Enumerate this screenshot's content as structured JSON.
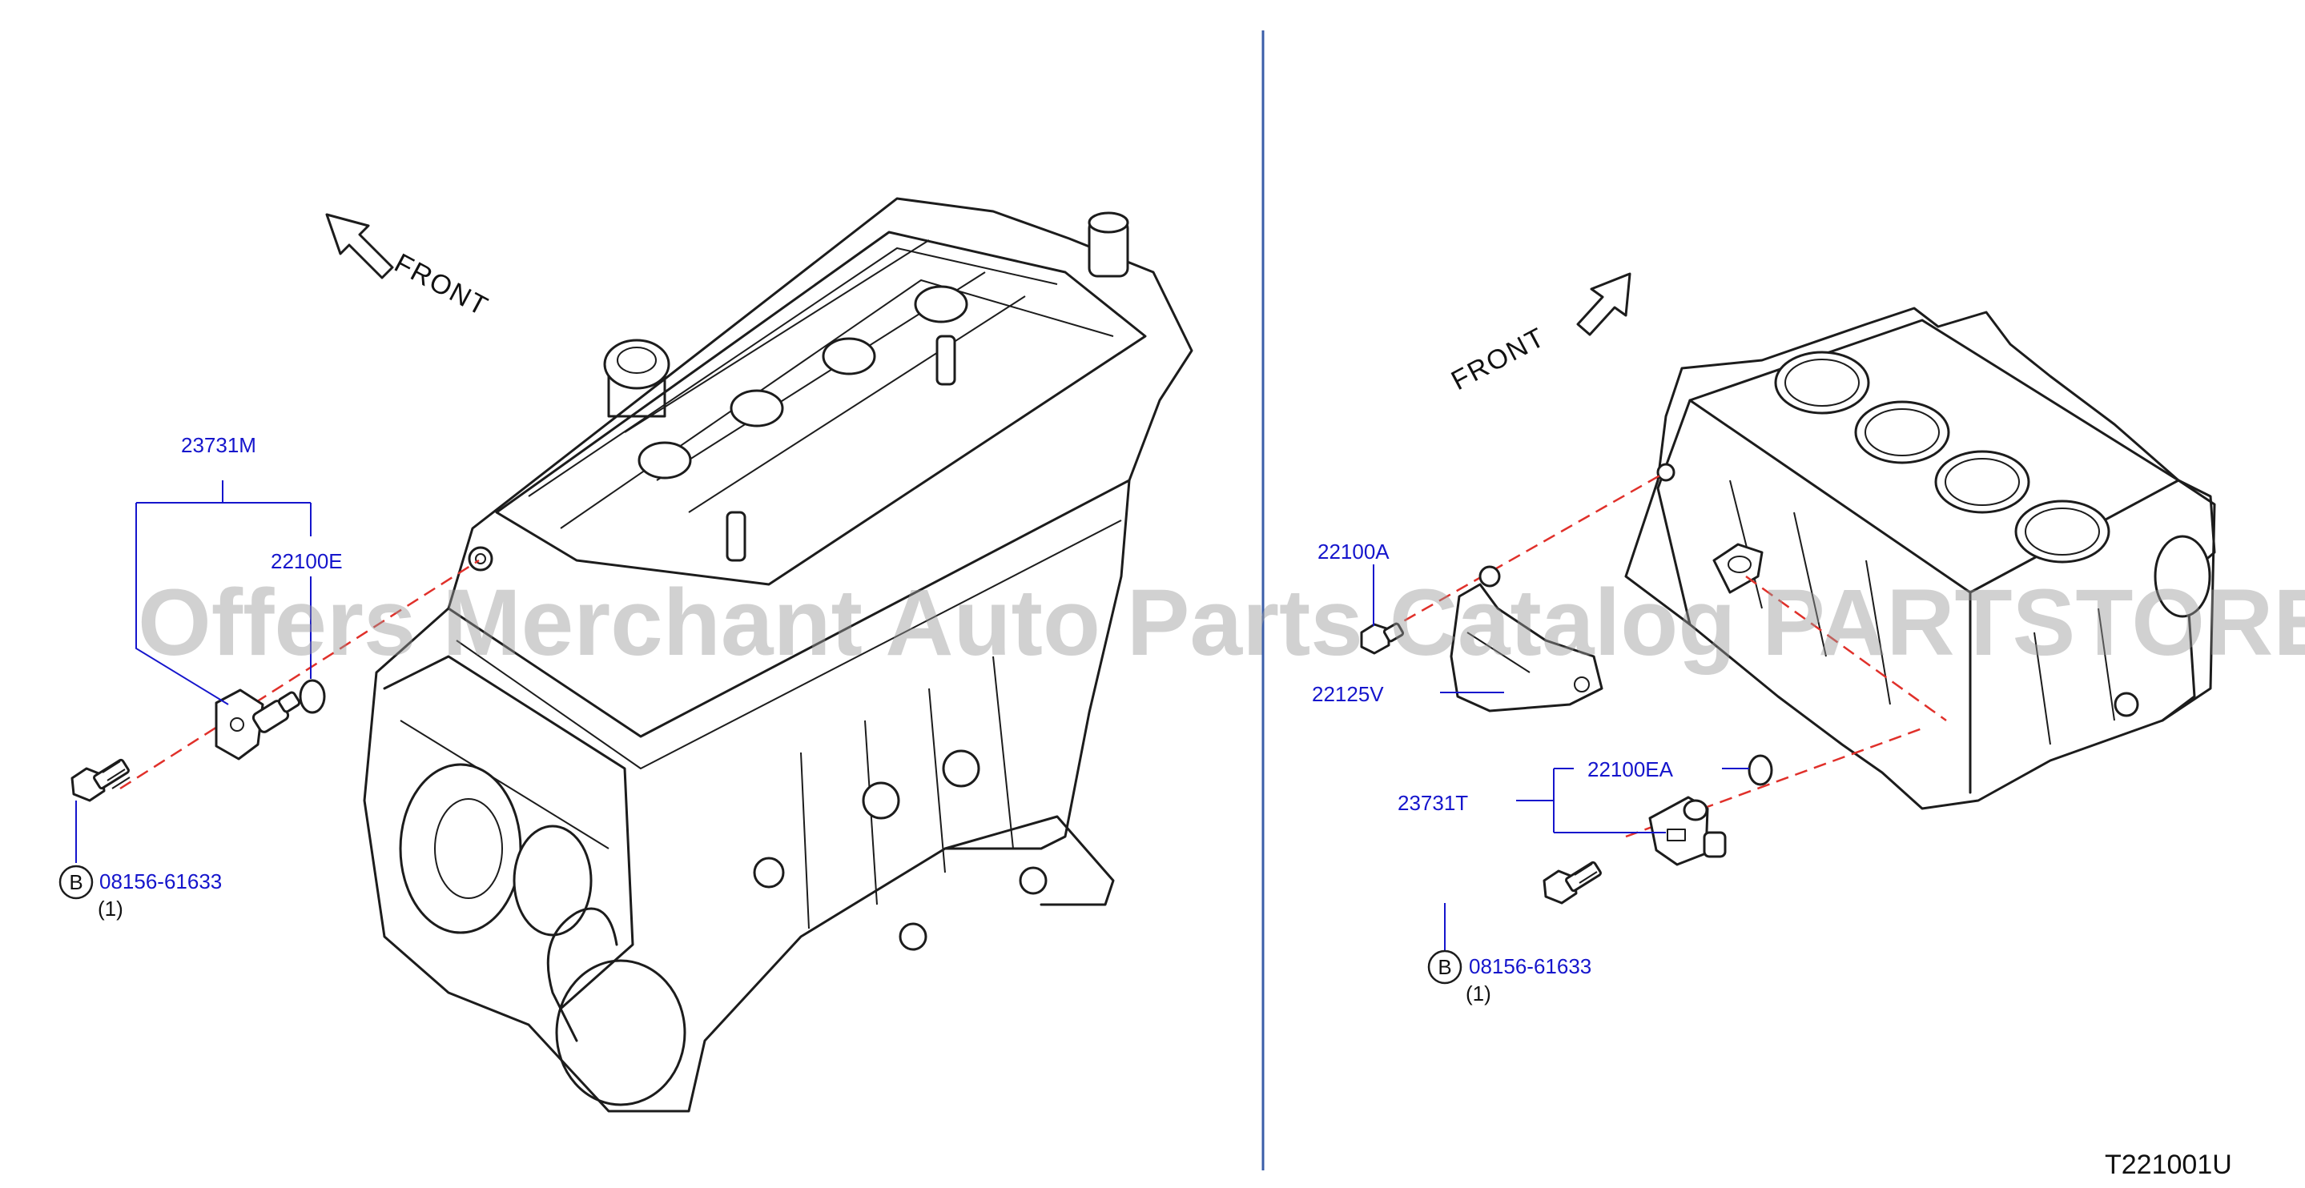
{
  "diagram": {
    "code": "T221001U",
    "watermark": "Offers Merchant Auto Parts Catalog PARTSTORE.SA",
    "front_label": "FRONT",
    "left_view": {
      "parts": {
        "sensor_group": "23731M",
        "o_ring": "22100E",
        "bolt": "08156-61633",
        "bolt_qty": "(1)",
        "bolt_badge": "B"
      }
    },
    "right_view": {
      "parts": {
        "plug": "22100A",
        "bracket": "22125V",
        "seal": "22100EA",
        "sensor_group": "23731T",
        "bolt": "08156-61633",
        "bolt_qty": "(1)",
        "bolt_badge": "B"
      }
    },
    "colors": {
      "label": "#1515cc",
      "centerline": "#e0302a",
      "divider": "#3a5da8",
      "ink": "#1c1c1c"
    }
  }
}
